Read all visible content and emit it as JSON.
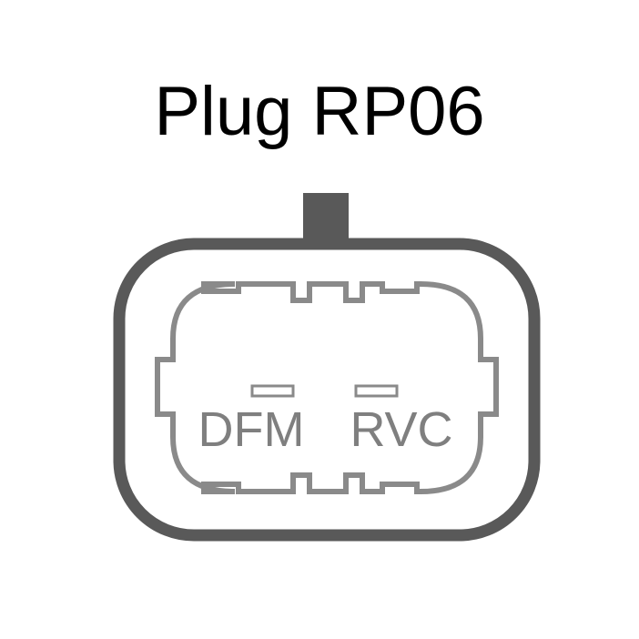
{
  "title": "Plug RP06",
  "pins": [
    {
      "label": "DFM"
    },
    {
      "label": "RVC"
    }
  ],
  "colors": {
    "outline": "#595959",
    "inner_outline": "#8a8a8a",
    "pin_label": "#7f7f7f",
    "text": "#000000",
    "background": "#ffffff"
  }
}
